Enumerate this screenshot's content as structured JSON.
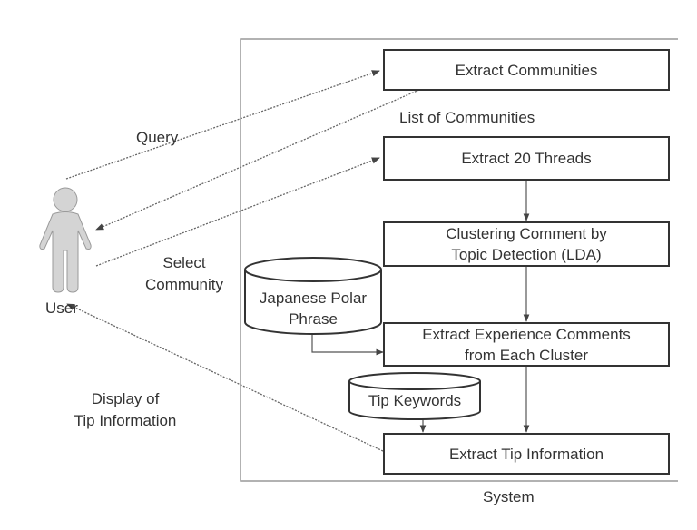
{
  "diagram": {
    "actor": {
      "label": "User",
      "icon": "person-icon"
    },
    "system_boundary": {
      "label": "System"
    },
    "processes": [
      {
        "id": "extract-communities",
        "label": "Extract Communities"
      },
      {
        "id": "extract-threads",
        "label": "Extract 20 Threads"
      },
      {
        "id": "clustering",
        "label": "Clustering Comment by Topic Detection (LDA)",
        "lines": [
          "Clustering Comment by",
          "Topic Detection (LDA)"
        ]
      },
      {
        "id": "extract-experience",
        "label": "Extract Experience Comments from Each Cluster",
        "lines": [
          "Extract Experience Comments",
          "from Each Cluster"
        ]
      },
      {
        "id": "extract-tip",
        "label": "Extract Tip Information"
      }
    ],
    "datastores": [
      {
        "id": "japanese-polar-phrase",
        "lines": [
          "Japanese Polar",
          "Phrase"
        ]
      },
      {
        "id": "tip-keywords",
        "lines": [
          "Tip Keywords"
        ]
      }
    ],
    "flow_labels": {
      "query": "Query",
      "list_of_communities": "List of Communities",
      "select_community": [
        "Select",
        "Community"
      ],
      "display_tip": [
        "Display of",
        "Tip Information"
      ]
    },
    "edges": [
      {
        "from": "User",
        "to": "Extract Communities",
        "label": "Query",
        "style": "dotted"
      },
      {
        "from": "Extract Communities",
        "to": "User",
        "label": "List of Communities",
        "style": "dotted"
      },
      {
        "from": "User",
        "to": "Extract 20 Threads",
        "label": "Select Community",
        "style": "dotted"
      },
      {
        "from": "Extract 20 Threads",
        "to": "Clustering Comment by Topic Detection (LDA)",
        "style": "solid"
      },
      {
        "from": "Clustering Comment by Topic Detection (LDA)",
        "to": "Extract Experience Comments from Each Cluster",
        "style": "solid"
      },
      {
        "from": "Japanese Polar Phrase",
        "to": "Extract Experience Comments from Each Cluster",
        "style": "solid"
      },
      {
        "from": "Extract Experience Comments from Each Cluster",
        "to": "Extract Tip Information",
        "style": "solid"
      },
      {
        "from": "Tip Keywords",
        "to": "Extract Tip Information",
        "style": "solid"
      },
      {
        "from": "Extract Tip Information",
        "to": "User",
        "label": "Display of Tip Information",
        "style": "dotted"
      }
    ]
  }
}
